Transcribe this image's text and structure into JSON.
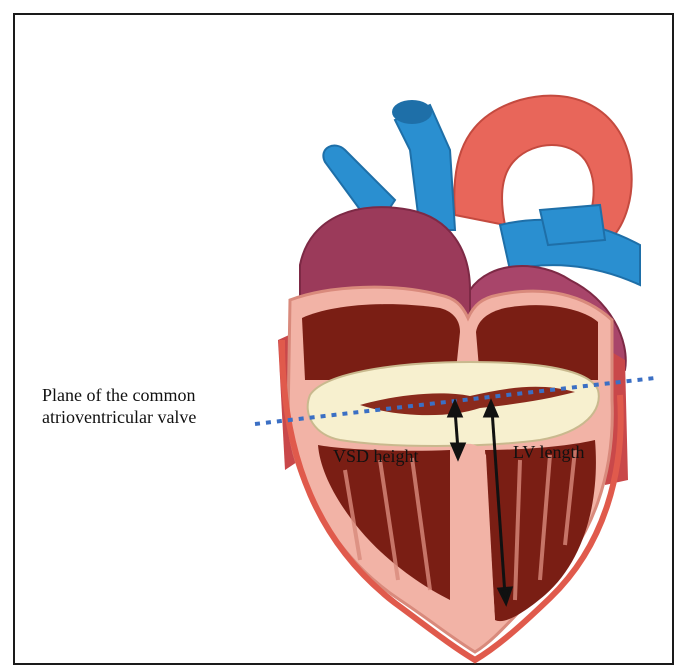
{
  "labels": {
    "plane_line1": "Plane of the common",
    "plane_line2": "atrioventricular valve",
    "vsd_height": "VSD height",
    "lv_length": "LV length"
  },
  "colors": {
    "aorta": "#e8665a",
    "vessel_blue": "#2a8fd0",
    "atrium": "#9b3a5a",
    "myocardium_wall": "#f2b3a6",
    "chamber_dark": "#7a1e14",
    "valve": "#f7f0cf",
    "plane_line": "#3b6fc4",
    "arrow": "#111111"
  }
}
